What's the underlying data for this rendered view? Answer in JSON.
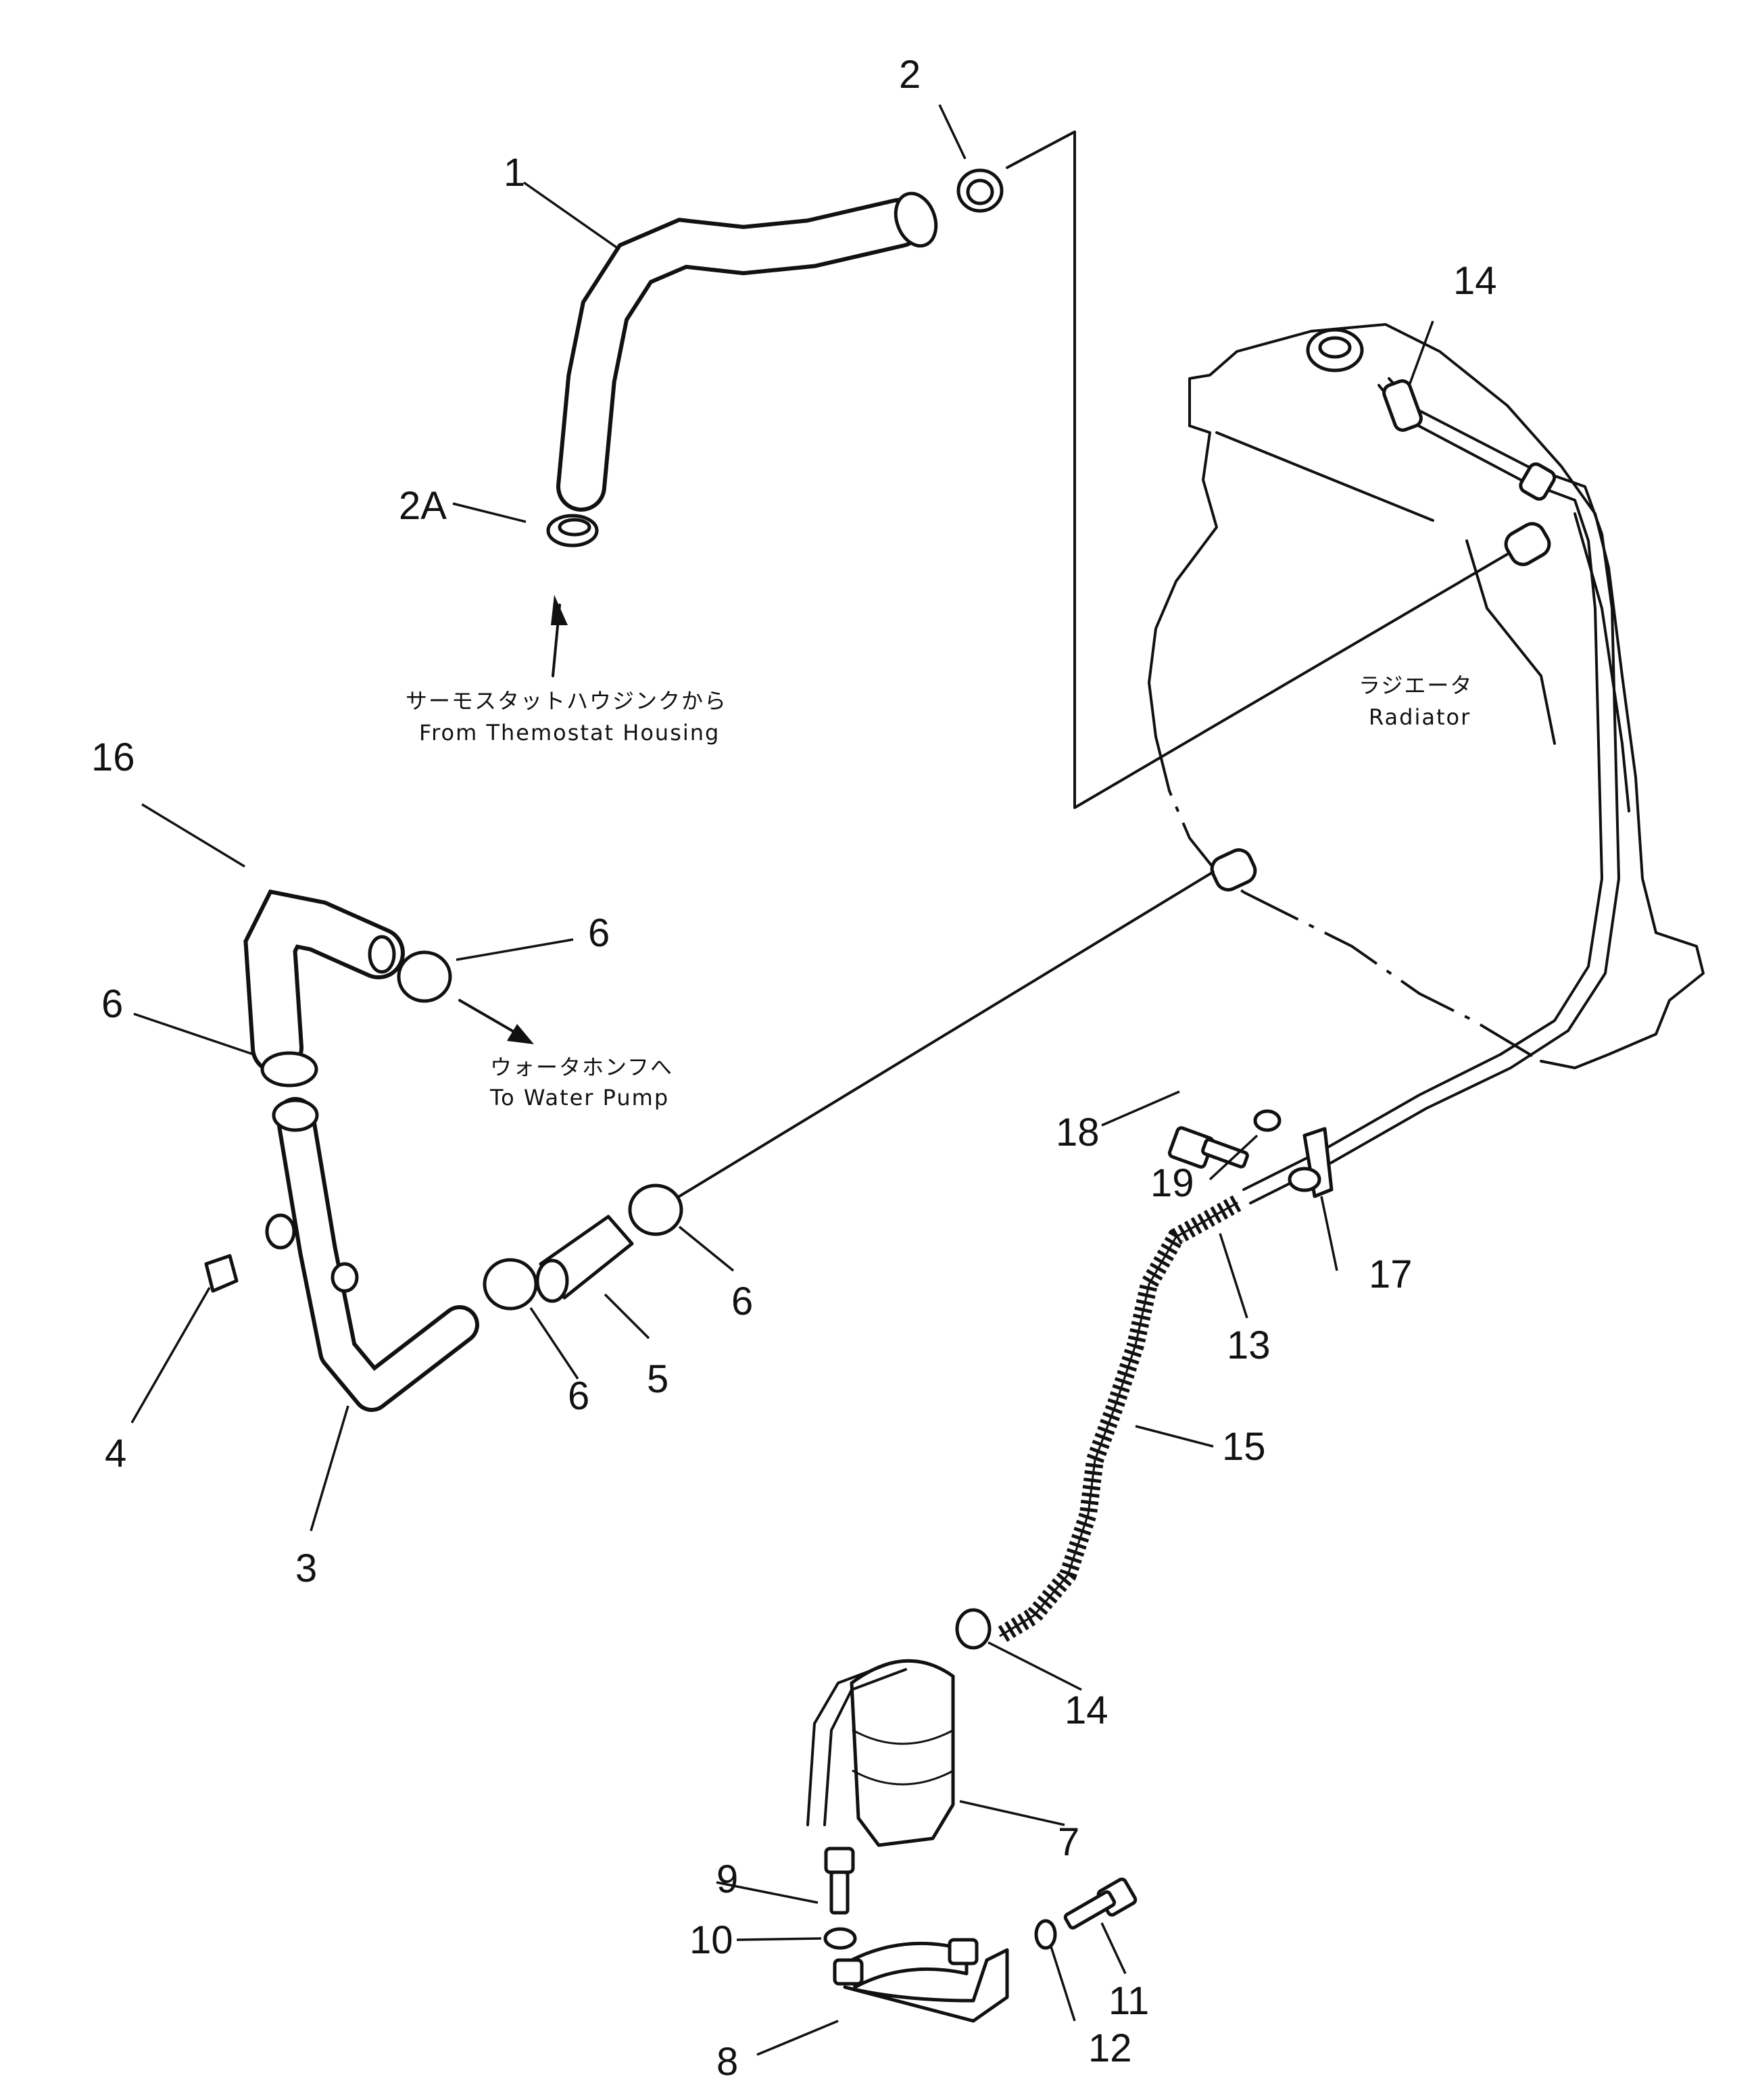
{
  "callouts": [
    {
      "id": "c1",
      "text": "1"
    },
    {
      "id": "c2",
      "text": "2"
    },
    {
      "id": "c2a",
      "text": "2A"
    },
    {
      "id": "c3",
      "text": "3"
    },
    {
      "id": "c4",
      "text": "4"
    },
    {
      "id": "c5",
      "text": "5"
    },
    {
      "id": "c6a",
      "text": "6"
    },
    {
      "id": "c6b",
      "text": "6"
    },
    {
      "id": "c6c",
      "text": "6"
    },
    {
      "id": "c6d",
      "text": "6"
    },
    {
      "id": "c7",
      "text": "7"
    },
    {
      "id": "c8",
      "text": "8"
    },
    {
      "id": "c9",
      "text": "9"
    },
    {
      "id": "c10",
      "text": "10"
    },
    {
      "id": "c11",
      "text": "11"
    },
    {
      "id": "c12",
      "text": "12"
    },
    {
      "id": "c13",
      "text": "13"
    },
    {
      "id": "c14a",
      "text": "14"
    },
    {
      "id": "c14b",
      "text": "14"
    },
    {
      "id": "c15",
      "text": "15"
    },
    {
      "id": "c16",
      "text": "16"
    },
    {
      "id": "c17",
      "text": "17"
    },
    {
      "id": "c18",
      "text": "18"
    },
    {
      "id": "c19",
      "text": "19"
    }
  ],
  "notes": {
    "thermostat_jp": "サーモスタットハウジンクから",
    "thermostat_en": "From Themostat Housing",
    "pump_jp": "ウォータホンフへ",
    "pump_en": "To Water Pump",
    "radiator_jp": "ラジエータ",
    "radiator_en": "Radiator"
  }
}
